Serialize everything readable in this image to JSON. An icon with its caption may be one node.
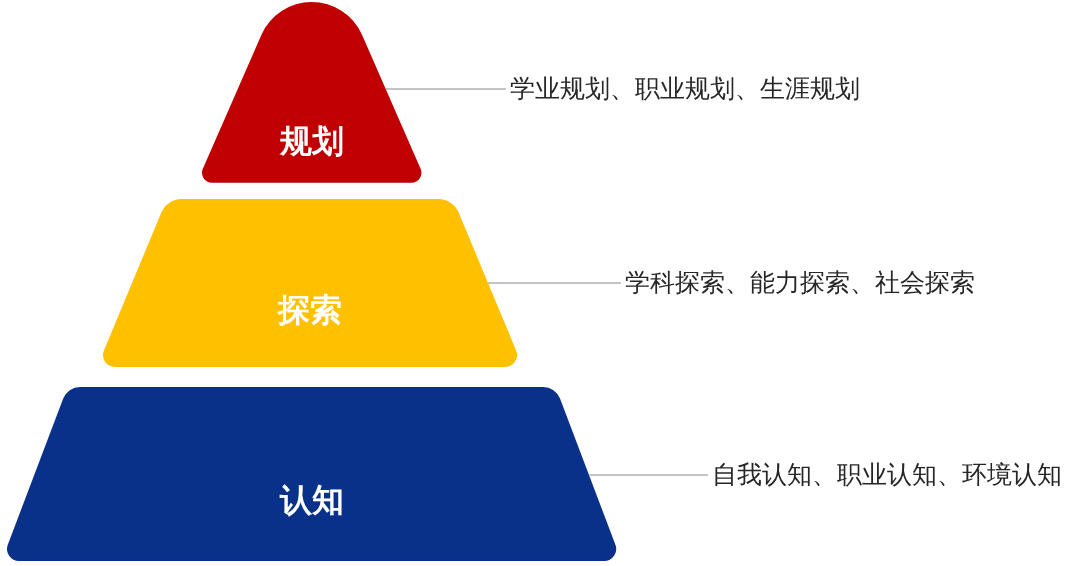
{
  "diagram": {
    "nodes": [
      {
        "text": [
          "规划"
        ]
      },
      {
        "text": [
          "探索"
        ]
      },
      {
        "text": [
          "认知"
        ]
      },
      {
        "text": [
          "学业规划、职业规划、生涯规划"
        ]
      },
      {
        "text": [
          "学科探索、能力探索、社会探索"
        ]
      },
      {
        "text": [
          "自我认知、职业认知、环境认知"
        ]
      }
    ],
    "edges": [
      {
        "from": 3,
        "to": 0,
        "arrow": "none"
      },
      {
        "from": 4,
        "to": 1,
        "arrow": "none"
      },
      {
        "from": 5,
        "to": 2,
        "arrow": "none"
      }
    ]
  }
}
